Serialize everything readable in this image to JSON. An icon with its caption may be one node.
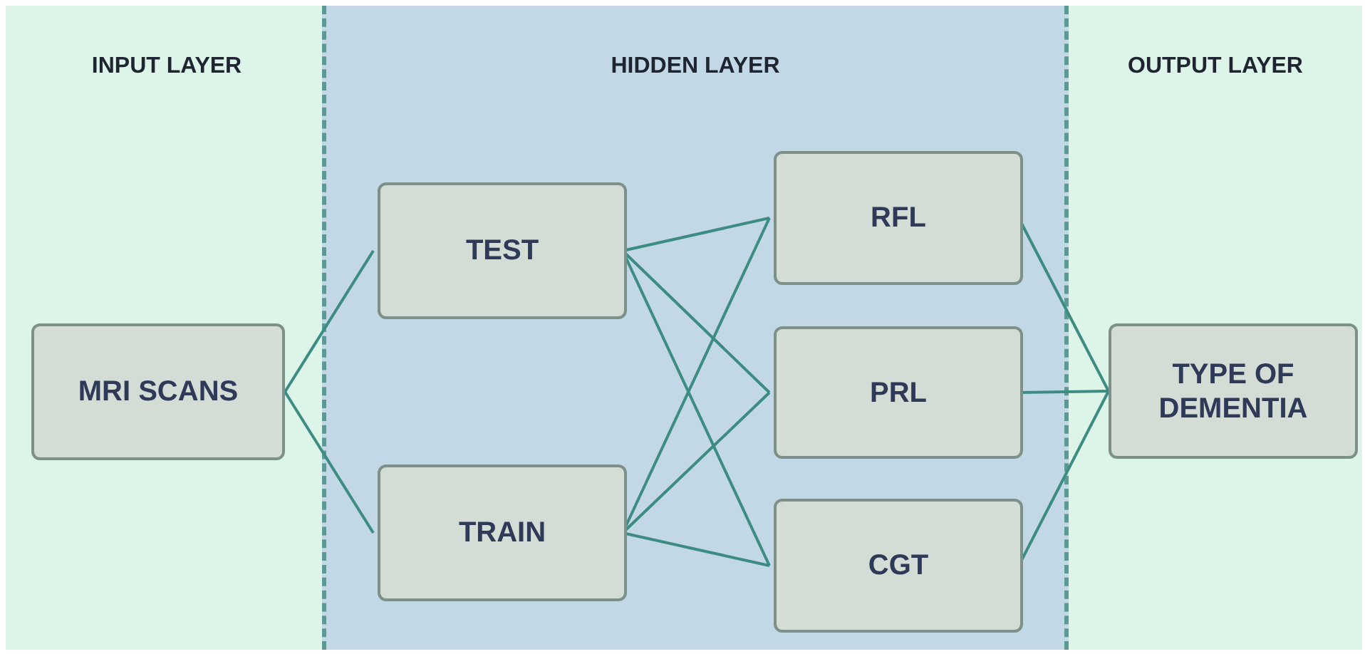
{
  "diagram": {
    "nodes": [
      {
        "text": [
          "INPUT LAYER"
        ]
      },
      {
        "text": [
          "MRI SCANS"
        ],
        "in": 0
      },
      {
        "text": [
          "HIDDEN LAYER"
        ]
      },
      {
        "text": [
          "TEST"
        ],
        "in": 2
      },
      {
        "text": [
          "TRAIN"
        ],
        "in": 2
      },
      {
        "text": [
          "RFL"
        ],
        "in": 2
      },
      {
        "text": [
          "PRL"
        ],
        "in": 2
      },
      {
        "text": [
          "CGT"
        ],
        "in": 2
      },
      {
        "text": [
          "OUTPUT LAYER"
        ]
      },
      {
        "text": [
          "TYPE OF DEMENTIA"
        ],
        "in": 8
      }
    ],
    "edges": [
      {
        "from": 1,
        "to": 3,
        "arrow": "none"
      },
      {
        "from": 1,
        "to": 4,
        "arrow": "none"
      },
      {
        "from": 3,
        "to": 5,
        "arrow": "none"
      },
      {
        "from": 3,
        "to": 6,
        "arrow": "none"
      },
      {
        "from": 3,
        "to": 7,
        "arrow": "none"
      },
      {
        "from": 4,
        "to": 5,
        "arrow": "none"
      },
      {
        "from": 4,
        "to": 6,
        "arrow": "none"
      },
      {
        "from": 4,
        "to": 7,
        "arrow": "none"
      },
      {
        "from": 5,
        "to": 9,
        "arrow": "none"
      },
      {
        "from": 6,
        "to": 9,
        "arrow": "none"
      },
      {
        "from": 7,
        "to": 9,
        "arrow": "none"
      }
    ]
  }
}
